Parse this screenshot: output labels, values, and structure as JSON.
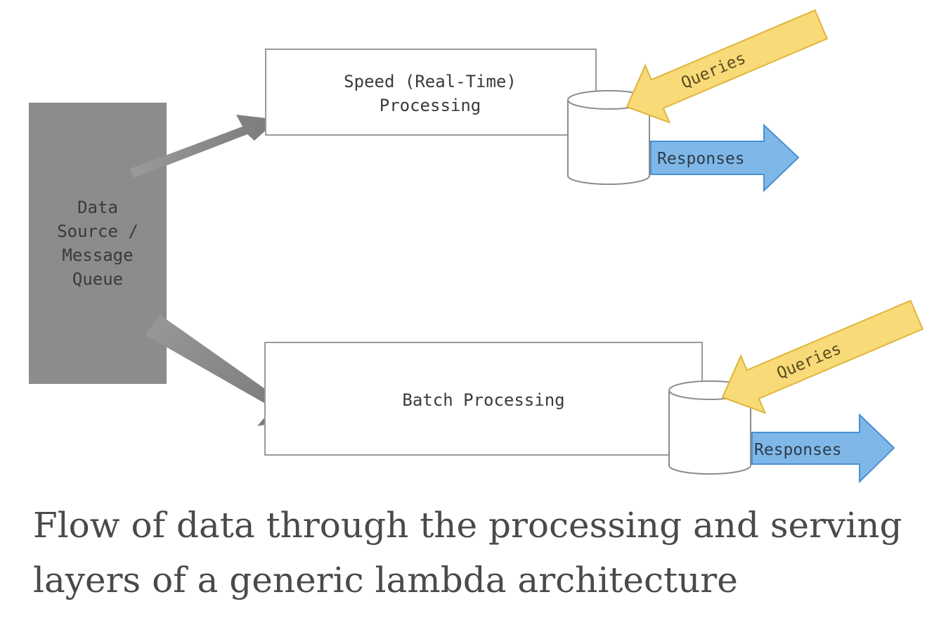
{
  "diagram": {
    "source": {
      "line1": "Data",
      "line2": "Source /",
      "line3": "Message",
      "line4": "Queue"
    },
    "speed_layer": {
      "line1": "Speed (Real-Time)",
      "line2": "Processing",
      "queries_label": "Queries",
      "responses_label": "Responses"
    },
    "batch_layer": {
      "label": "Batch Processing",
      "queries_label": "Queries",
      "responses_label": "Responses"
    },
    "colors": {
      "source_fill": "#8c8c8c",
      "flow_arrow": "#858585",
      "box_stroke": "#9a9a9a",
      "queries_fill": "#f8da78",
      "queries_stroke": "#e0b53c",
      "responses_fill": "#7fb8e8",
      "responses_stroke": "#4a90d2"
    }
  },
  "caption": {
    "line1": "Flow of data through the processing and serving",
    "line2": "layers of a generic lambda architecture"
  }
}
